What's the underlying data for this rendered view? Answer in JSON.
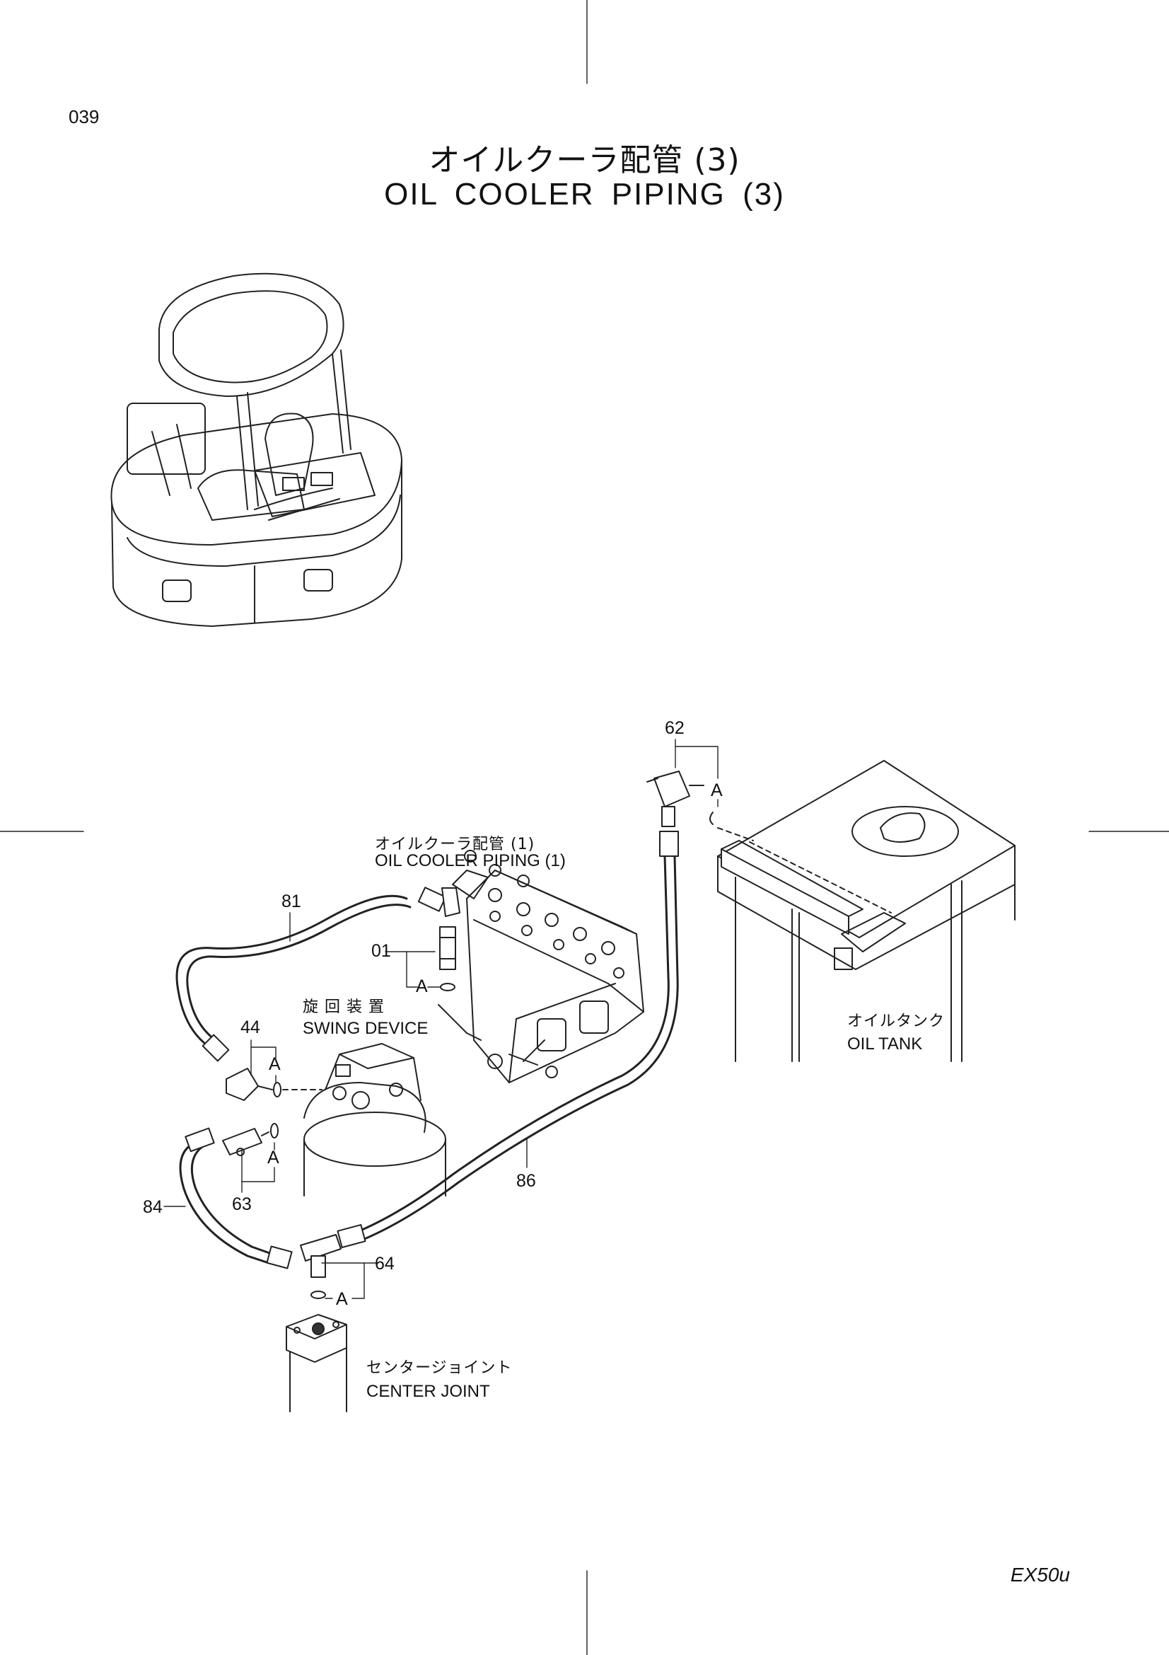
{
  "page": {
    "number": "039",
    "title_jp": "オイルクーラ配管 (3)",
    "title_en": "OIL COOLER PIPING (3)",
    "model": "EX50u"
  },
  "labels": {
    "oil_cooler_piping_1_jp": "オイルクーラ配管 (1)",
    "oil_cooler_piping_1_en": "OIL COOLER PIPING (1)",
    "swing_device_jp": "旋 回 装 置",
    "swing_device_en": "SWING DEVICE",
    "oil_tank_jp": "オイルタンク",
    "oil_tank_en": "OIL TANK",
    "center_joint_jp": "センタージョイント",
    "center_joint_en": "CENTER JOINT"
  },
  "callouts": {
    "p01": "01",
    "p44": "44",
    "p62": "62",
    "p63": "63",
    "p64": "64",
    "p81": "81",
    "p84": "84",
    "p86": "86",
    "ref_a": "A"
  }
}
